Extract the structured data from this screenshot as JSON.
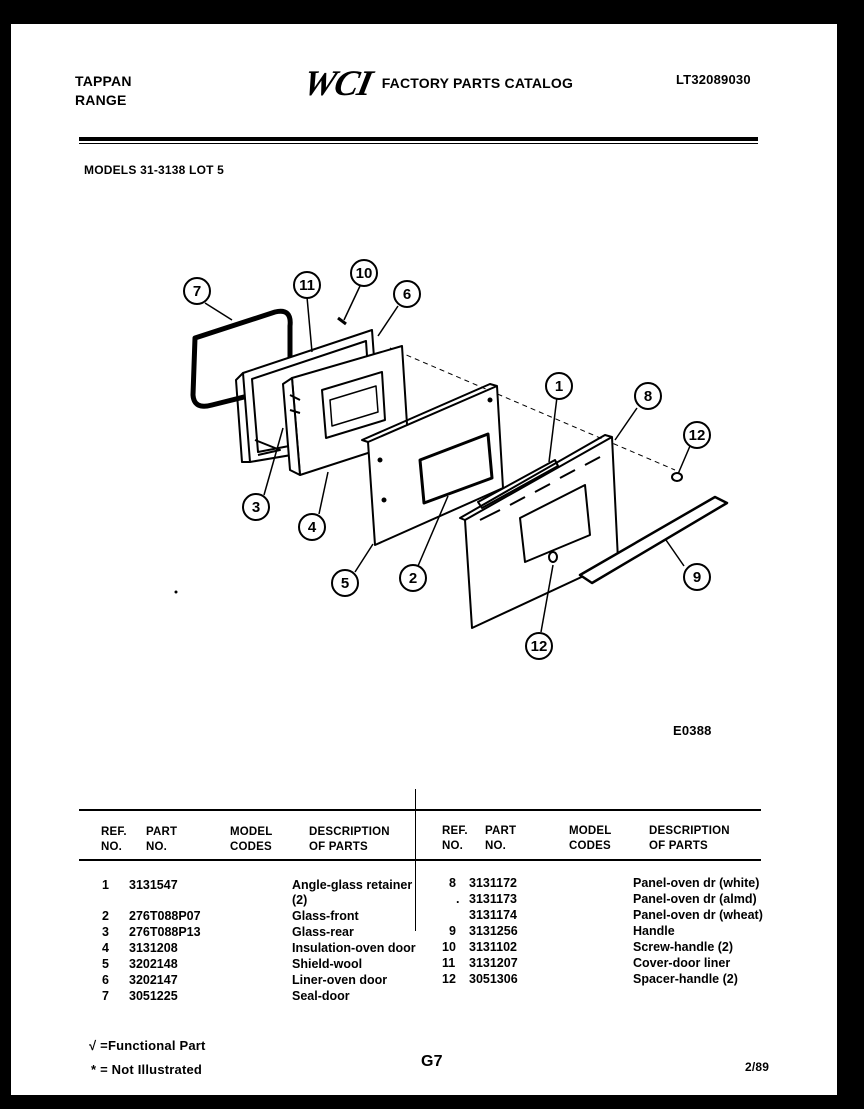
{
  "header": {
    "brand_line1": "TAPPAN",
    "brand_line2": "RANGE",
    "logo": "WCI",
    "catalog_title": "FACTORY PARTS CATALOG",
    "catalog_code": "LT32089030"
  },
  "models_line": "MODELS 31-3138 LOT 5",
  "diagram": {
    "callouts": [
      "1",
      "2",
      "3",
      "4",
      "5",
      "6",
      "7",
      "8",
      "9",
      "10",
      "11",
      "12",
      "12"
    ],
    "drawing_code": "E0388"
  },
  "table": {
    "headers": {
      "ref": [
        "REF.",
        "NO."
      ],
      "part": [
        "PART",
        "NO."
      ],
      "model": [
        "MODEL",
        "CODES"
      ],
      "desc": [
        "DESCRIPTION",
        "OF PARTS"
      ]
    },
    "left_rows": [
      {
        "ref": "1",
        "part": "3131547",
        "desc": "Angle-glass retainer",
        "desc2": "(2)"
      },
      {
        "ref": "2",
        "part": "276T088P07",
        "desc": "Glass-front"
      },
      {
        "ref": "3",
        "part": "276T088P13",
        "desc": "Glass-rear"
      },
      {
        "ref": "4",
        "part": "3131208",
        "desc": "Insulation-oven door"
      },
      {
        "ref": "5",
        "part": "3202148",
        "desc": "Shield-wool"
      },
      {
        "ref": "6",
        "part": "3202147",
        "desc": "Liner-oven door"
      },
      {
        "ref": "7",
        "part": "3051225",
        "desc": "Seal-door"
      }
    ],
    "right_rows": [
      {
        "ref": "8",
        "part": "3131172",
        "desc": "Panel-oven dr (white)"
      },
      {
        "ref": ".",
        "part": "3131173",
        "desc": "Panel-oven dr (almd)"
      },
      {
        "ref": "",
        "part": "3131174",
        "desc": "Panel-oven dr (wheat)"
      },
      {
        "ref": "9",
        "part": "3131256",
        "desc": "Handle"
      },
      {
        "ref": "10",
        "part": "3131102",
        "desc": "Screw-handle (2)"
      },
      {
        "ref": "11",
        "part": "3131207",
        "desc": "Cover-door liner"
      },
      {
        "ref": "12",
        "part": "3051306",
        "desc": "Spacer-handle (2)"
      }
    ]
  },
  "footer": {
    "functional": "√ =Functional Part",
    "not_illustrated": "* = Not Illustrated",
    "page": "G7",
    "date": "2/89"
  }
}
